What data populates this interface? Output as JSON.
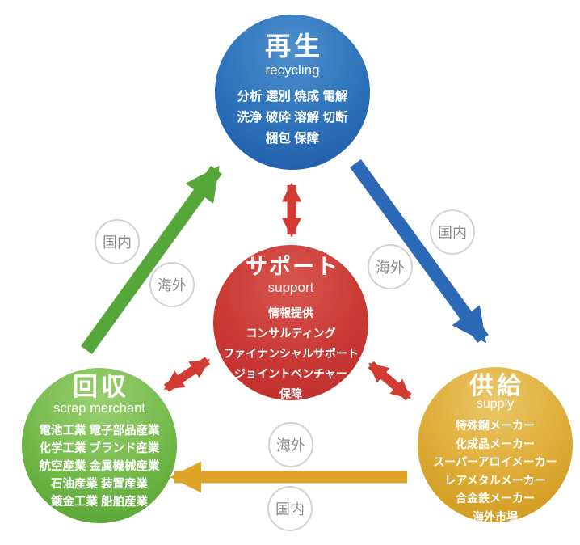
{
  "diagram": {
    "nodes": {
      "recycle": {
        "title": "再生",
        "subtitle": "recycling",
        "lines": [
          "分析 選別 焼成 電解",
          "洗浄 破砕 溶解 切断",
          "梱包 保障"
        ],
        "color": "#2e73bb"
      },
      "support": {
        "title": "サポート",
        "subtitle": "support",
        "lines": [
          "情報提供",
          "コンサルティング",
          "ファイナンシャルサポート",
          "ジョイントベンチャー",
          "保障"
        ],
        "color": "#c93631"
      },
      "collect": {
        "title": "回収",
        "subtitle": "scrap merchant",
        "lines": [
          "電池工業 電子部品産業",
          "化学工業 ブランド産業",
          "航空産業 金属機械産業",
          "石油産業 装置産業",
          "鍍金工業 船舶産業"
        ],
        "color": "#6db746"
      },
      "supply": {
        "title": "供給",
        "subtitle": "supply",
        "lines": [
          "特殊鋼メーカー",
          "化成品メーカー",
          "スーパーアロイメーカー",
          "レアメタルメーカー",
          "合金鉄メーカー",
          "海外市場"
        ],
        "color": "#dba72f"
      }
    },
    "route_labels": {
      "domestic": "国内",
      "overseas": "海外"
    },
    "arrows": {
      "collect_to_recycle_color": "#56a73a",
      "recycle_to_supply_color": "#2c69b6",
      "supply_to_collect_color": "#dfa428",
      "support_link_color": "#d23b34"
    }
  }
}
